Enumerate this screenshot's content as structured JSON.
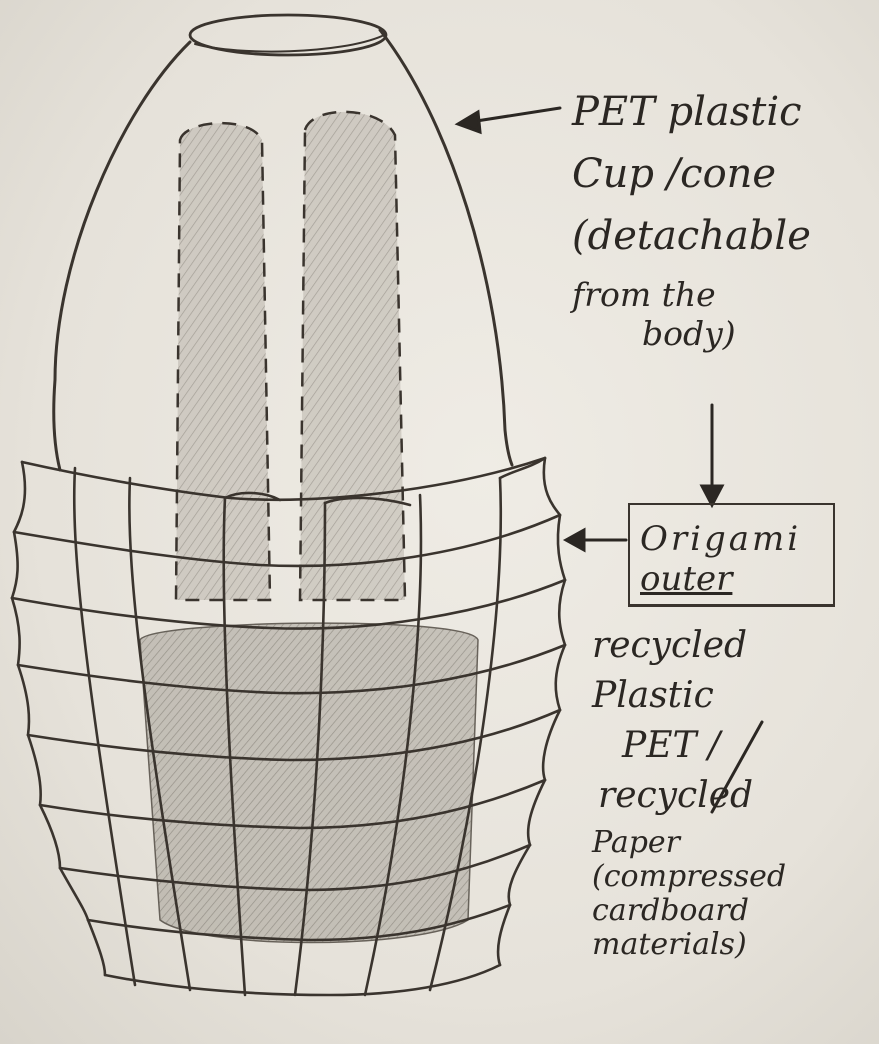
{
  "annotations": {
    "cup": {
      "lines": [
        "PET plastic",
        "Cup /cone",
        "(detachable",
        "from the",
        "body)"
      ]
    },
    "origami_box": {
      "lines": [
        "Origami",
        "outer"
      ]
    },
    "materials": {
      "lines": [
        "recycled",
        "Plastic",
        "PET /",
        "recycled",
        "Paper",
        "(compressed",
        "cardboard",
        "materials)"
      ]
    }
  },
  "colors": {
    "pencil": "#3a342e",
    "shading": "#8f8a82",
    "paper": "#e7e4dc"
  }
}
